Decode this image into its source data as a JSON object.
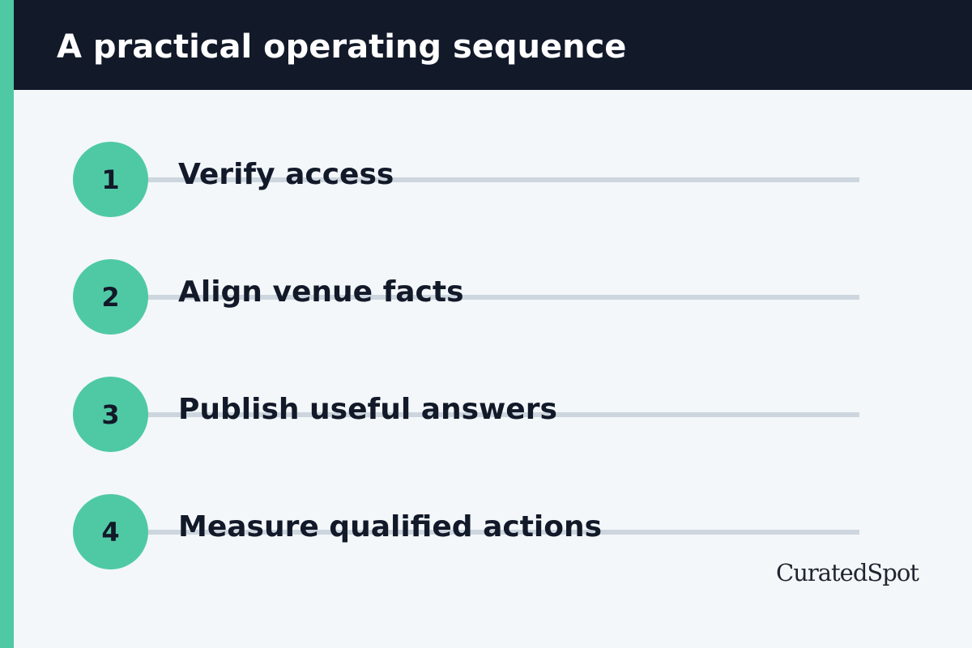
{
  "page": {
    "title": "A practical operating sequence"
  },
  "steps": [
    {
      "number": "1",
      "label": "Verify access"
    },
    {
      "number": "2",
      "label": "Align venue facts"
    },
    {
      "number": "3",
      "label": "Publish useful answers"
    },
    {
      "number": "4",
      "label": "Measure qualified actions"
    }
  ],
  "brand": {
    "name": "CuratedSpot"
  },
  "colors": {
    "accent": "#4fc9a4",
    "header_bg": "#121929",
    "text_dark": "#121929",
    "line": "#cdd6de",
    "background": "#f3f7f9"
  }
}
